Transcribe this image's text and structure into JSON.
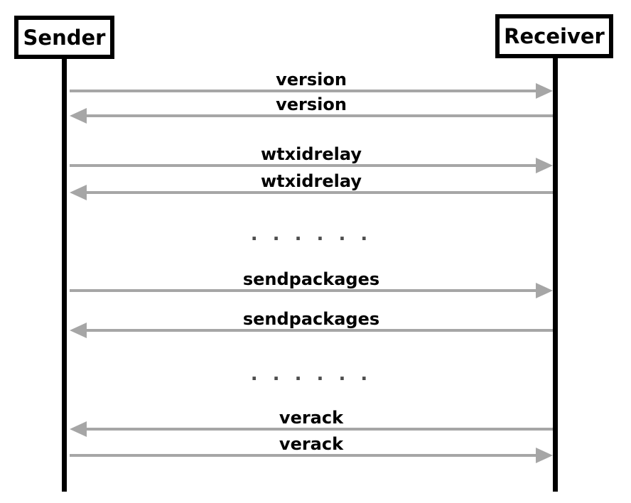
{
  "actors": {
    "sender": "Sender",
    "receiver": "Receiver"
  },
  "messages": [
    {
      "label": "version",
      "direction": "sender-to-receiver"
    },
    {
      "label": "version",
      "direction": "receiver-to-sender"
    },
    {
      "label": "wtxidrelay",
      "direction": "sender-to-receiver"
    },
    {
      "label": "wtxidrelay",
      "direction": "receiver-to-sender"
    },
    {
      "label": "sendpackages",
      "direction": "sender-to-receiver"
    },
    {
      "label": "sendpackages",
      "direction": "receiver-to-sender"
    },
    {
      "label": "verack",
      "direction": "receiver-to-sender"
    },
    {
      "label": "verack",
      "direction": "sender-to-receiver"
    }
  ],
  "ellipsis": ". . . . . .",
  "colors": {
    "actor_border": "#000000",
    "lifeline": "#000000",
    "label_text": "#000000",
    "arrow": "#a6a6a6",
    "ellipsis_text": "#4d4d4d",
    "background": "#ffffff"
  }
}
